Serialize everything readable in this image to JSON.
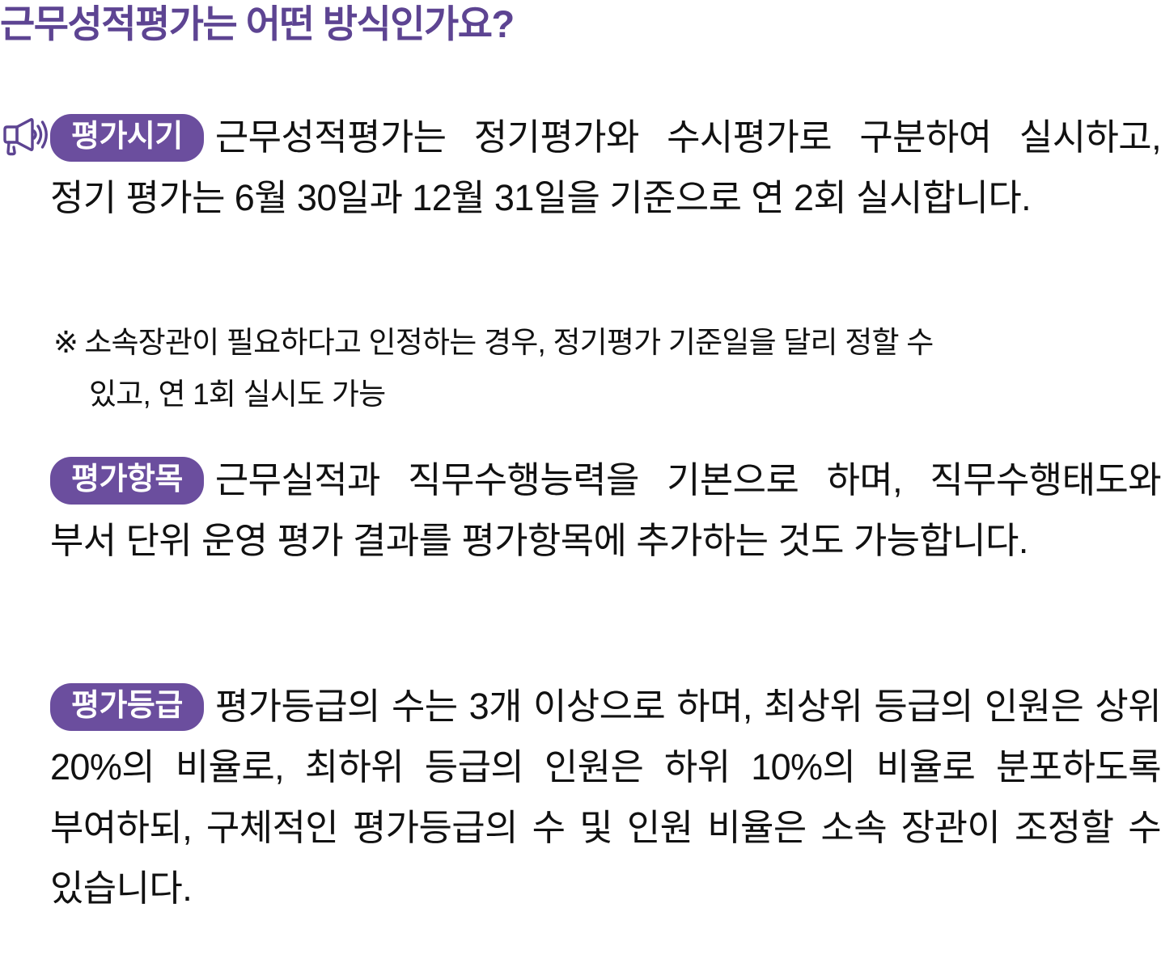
{
  "document": {
    "title": "근무성적평가는 어떤 방식인가요?",
    "title_color": "#5D4492",
    "badge_color": "#6B4E9E",
    "body_color": "#111111"
  },
  "icons": {
    "megaphone": "megaphone-icon"
  },
  "sections": [
    {
      "id": "timing",
      "badge": "평가시기",
      "body": "근무성적평가는 정기평가와 수시평가로 구분하여 실시하고, 정기 평가는 6월 30일과 12월 31일을 기준으로 연 2회 실시합니다.",
      "lines": [
        "근무성적평가는 정기평가와 수시평가로 구분하여",
        "실시하고, 정기 평가는 6월 30일과 12월 31일을 기준으로 연 2회",
        "실시합니다."
      ]
    },
    {
      "id": "items",
      "badge": "평가항목",
      "body": "근무실적과 직무수행능력을 기본으로 하며, 직무수행태도와 부서 단위 운영 평가 결과를 평가항목에 추가하는 것도 가능합니다.",
      "lines": [
        "근무실적과 직무수행능력을 기본으로 하며, 직무수",
        "행태도와 부서 단위 운영 평가 결과를 평가항목에 추가하는 것도",
        "가능합니다."
      ]
    },
    {
      "id": "grades",
      "badge": "평가등급",
      "body": "평가등급의 수는 3개 이상으로 하며, 최상위 등급의 인원은 상위 20%의 비율로, 최하위 등급의 인원은 하위 10%의 비율로 분포하도록 부여하되, 구체적인 평가등급의 수 및 인원 비율은 소속 장관이 조정할 수 있습니다.",
      "lines": [
        "평가등급의 수는 3개 이상으로 하며, 최상위 등급의",
        "인원은 상위 20%의 비율로, 최하위 등급의 인원은 하위 10%의",
        "비율로 분포하도록 부여하되, 구체적인 평가등급의 수 및 인원 비",
        "율은 소속 장관이 조정할 수 있습니다."
      ]
    }
  ],
  "note": {
    "mark": "※",
    "line1": "소속장관이 필요하다고 인정하는 경우, 정기평가 기준일을 달리 정할 수",
    "line2": "있고, 연 1회 실시도 가능"
  }
}
